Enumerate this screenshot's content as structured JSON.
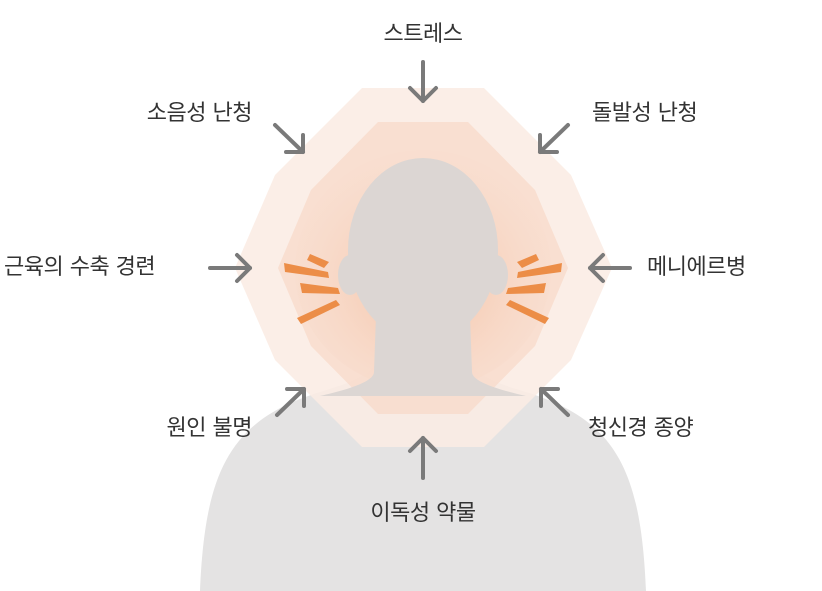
{
  "labels": {
    "top": "스트레스",
    "top_left": "소음성 난청",
    "top_right": "돌발성 난청",
    "left": "근육의 수축 경련",
    "right": "메니에르병",
    "bottom_left": "원인 불명",
    "bottom_right": "청신경 종양",
    "bottom": "이독성 약물"
  },
  "colors": {
    "arrow": "#7a7a7a",
    "outer_octagon": "#fbece4",
    "middle_octagon": "#f8dccd",
    "inner_glow": "#f6c9b1",
    "silhouette": "#dcd6d3",
    "torso": "#e4e3e3",
    "pain_rays": "#ec8d47",
    "text": "#333333"
  }
}
